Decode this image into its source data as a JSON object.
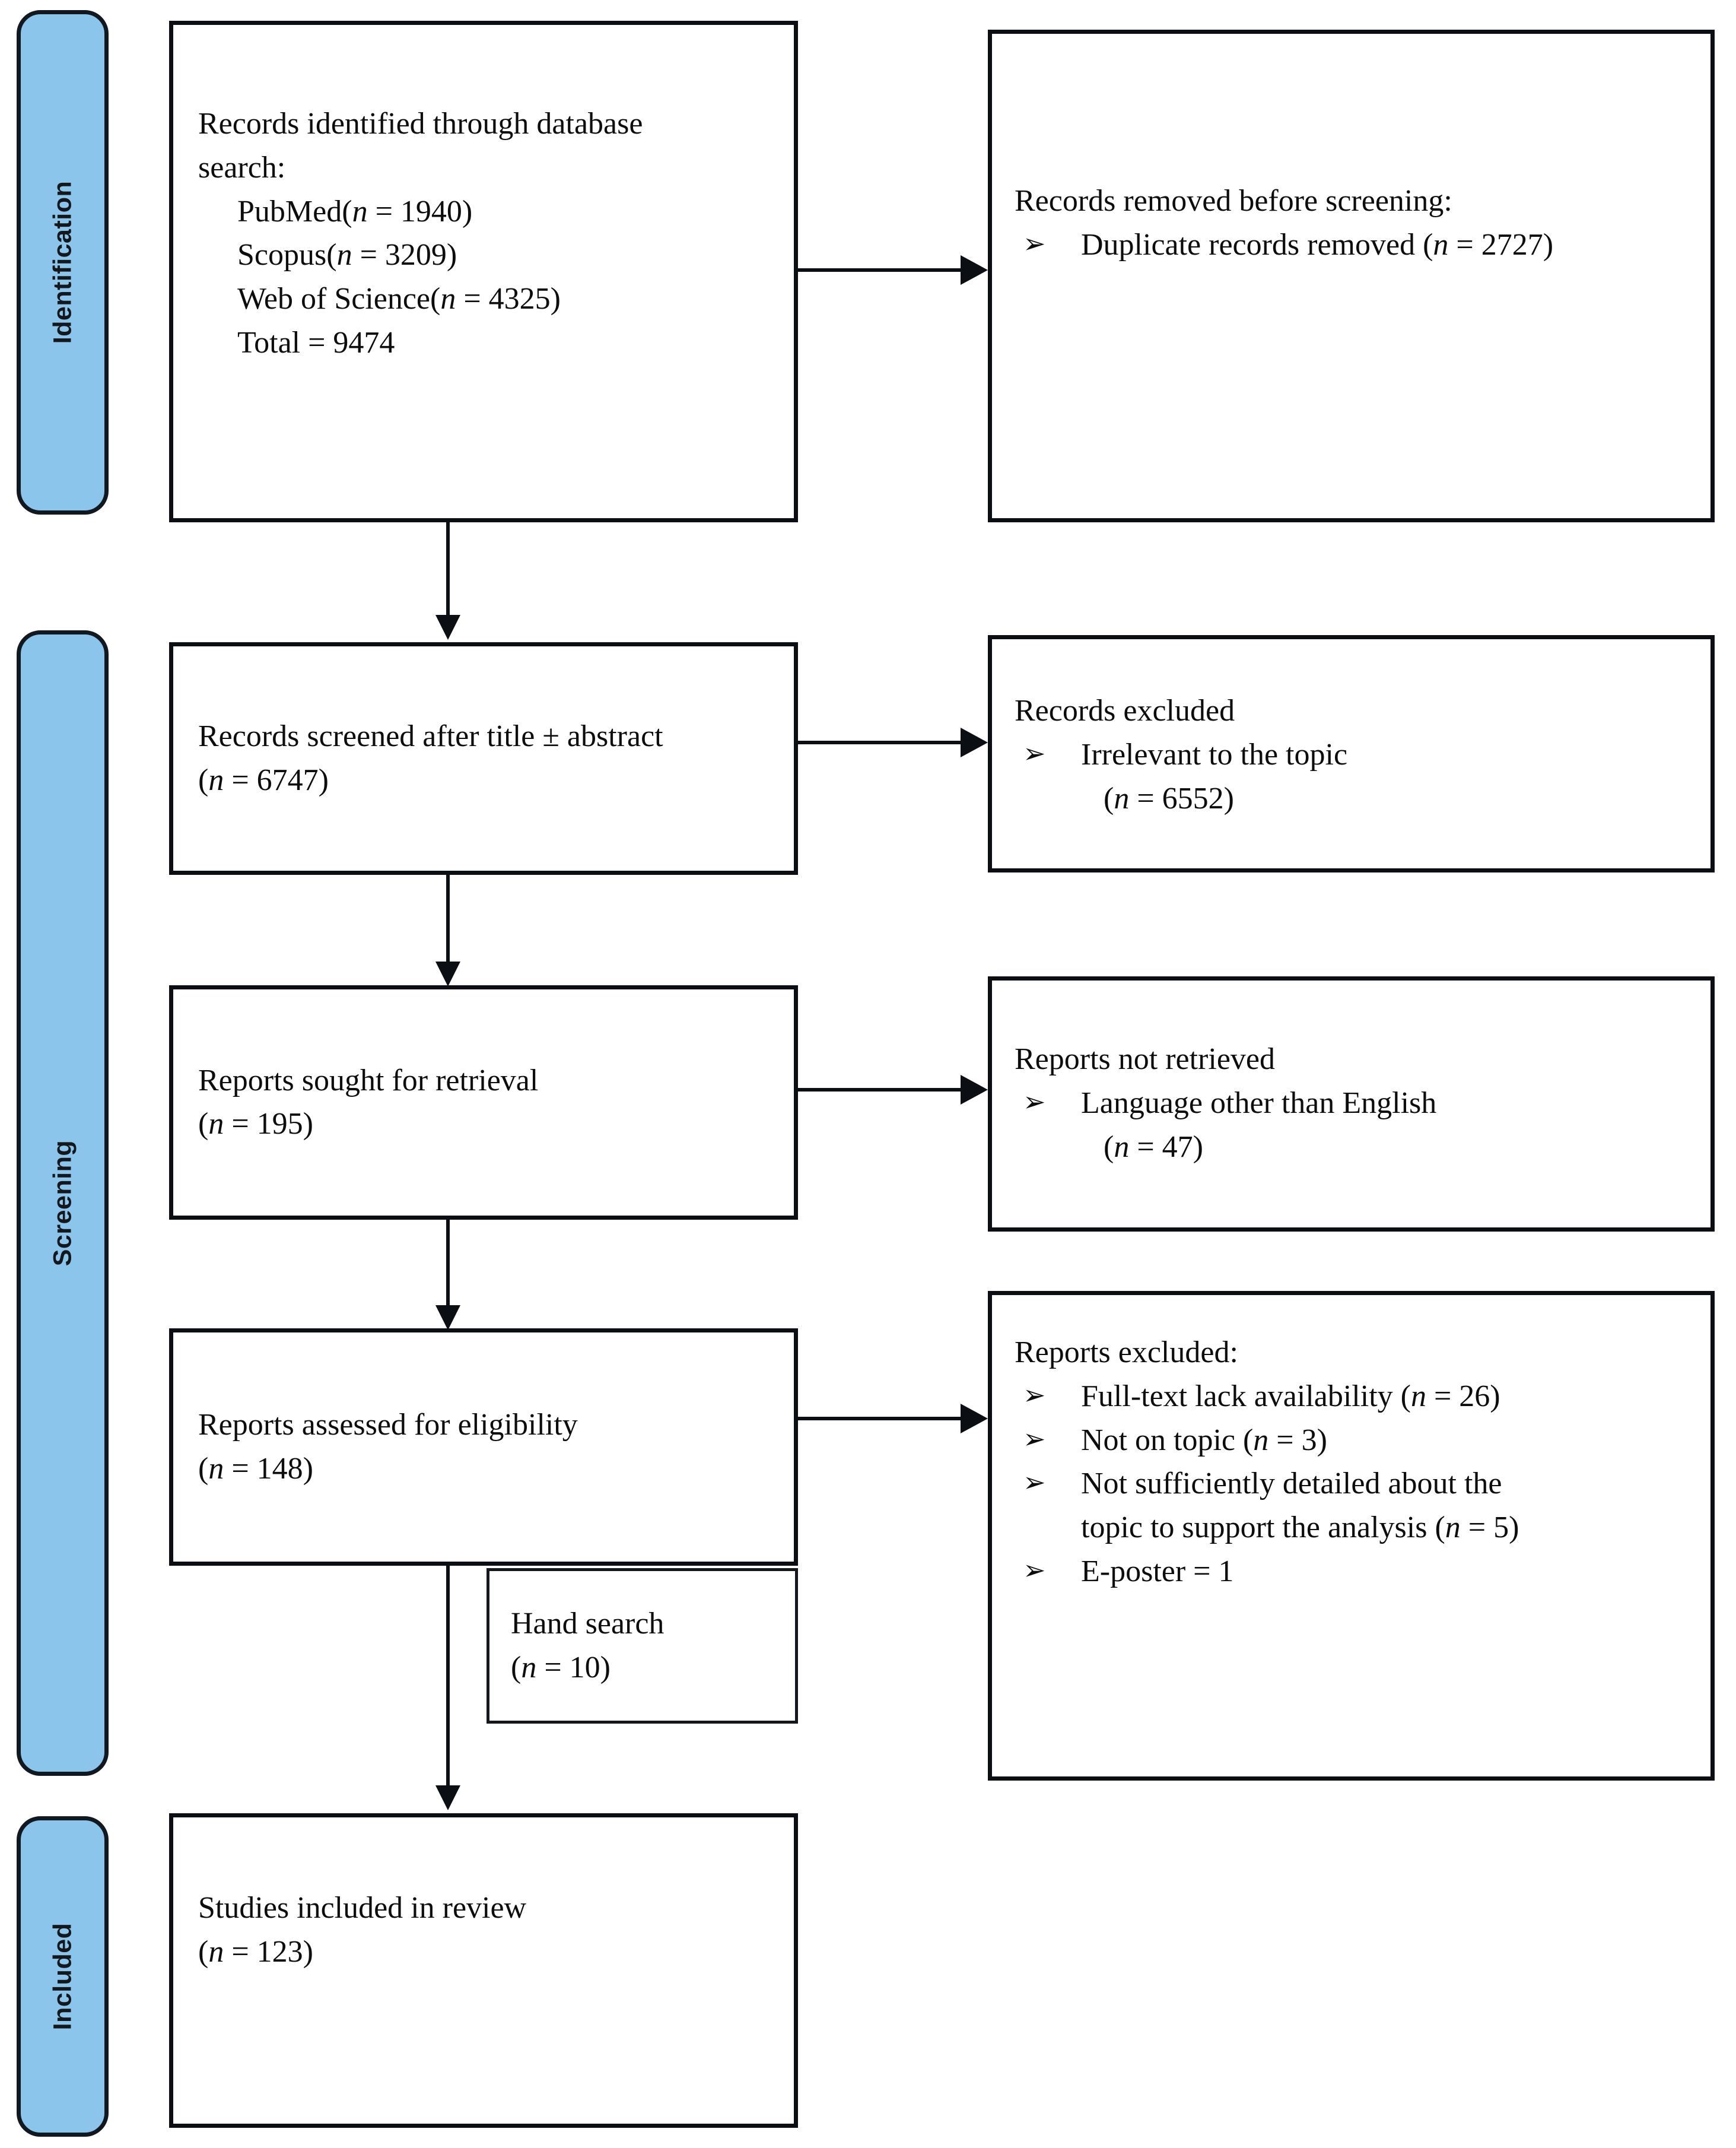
{
  "diagram": {
    "title": "PRISMA flow diagram of study selection",
    "accent_blue": "#8cc5eb",
    "line_color": "#0b0f14",
    "phases": [
      {
        "id": "identification",
        "label": "Identification"
      },
      {
        "id": "screening",
        "label": "Screening"
      },
      {
        "id": "included",
        "label": "Included"
      }
    ],
    "bullet_glyph": "➢",
    "boxes": {
      "records_identified": {
        "name": "records-identified-box",
        "heading_line_1": "Records identified through database",
        "heading_line_2": "search:",
        "sources": [
          {
            "label": "PubMed",
            "n_prefix": "(",
            "n_var": "n",
            "n_eq": " = ",
            "n_value": "1940",
            "n_suffix": ")"
          },
          {
            "label": "Scopus",
            "n_prefix": "(",
            "n_var": "n",
            "n_eq": " = ",
            "n_value": "3209",
            "n_suffix": ")"
          },
          {
            "label": "Web of Science",
            "n_prefix": "(",
            "n_var": "n",
            "n_eq": " = ",
            "n_value": "4325",
            "n_suffix": ")"
          }
        ],
        "total_label": "Total = 9474"
      },
      "records_removed": {
        "name": "records-removed-box",
        "heading": "Records removed before screening:",
        "bullets": [
          {
            "text_before": "Duplicate records removed (",
            "n_var": "n",
            "n_eq": " = ",
            "n_value": "2727",
            "text_after": ")"
          }
        ]
      },
      "records_screened": {
        "name": "records-screened-box",
        "heading": "Records screened after title ± abstract",
        "count_prefix": "(",
        "count_var": "n",
        "count_eq": " = ",
        "count_value": "6747",
        "count_suffix": ")"
      },
      "records_excluded": {
        "name": "records-excluded-box",
        "heading": "Records excluded",
        "bullet_text": "Irrelevant to the topic",
        "count_prefix": "(",
        "count_var": "n",
        "count_eq": " = ",
        "count_value": "6552",
        "count_suffix": ")"
      },
      "reports_sought": {
        "name": "reports-sought-box",
        "heading": "Reports sought for retrieval",
        "count_prefix": "(",
        "count_var": "n",
        "count_eq": " = ",
        "count_value": "195",
        "count_suffix": ")"
      },
      "reports_not_retrieved": {
        "name": "reports-not-retrieved-box",
        "heading": "Reports not retrieved",
        "bullet_text": "Language other than English",
        "count_prefix": "(",
        "count_var": "n",
        "count_eq": " = ",
        "count_value": "47",
        "count_suffix": ")"
      },
      "reports_assessed": {
        "name": "reports-assessed-box",
        "heading": "Reports assessed for eligibility",
        "count_prefix": "(",
        "count_var": "n",
        "count_eq": " = ",
        "count_value": "148",
        "count_suffix": ")"
      },
      "reports_excluded": {
        "name": "reports-excluded-box",
        "heading": "Reports excluded:",
        "bullets": [
          {
            "line_1_before": "Full-text lack availability (",
            "n_var": "n",
            "n_eq": " = ",
            "n_value": "26",
            "line_1_after": ")"
          },
          {
            "line_1_before": "Not on topic (",
            "n_var": "n",
            "n_eq": " = ",
            "n_value": "3",
            "line_1_after": ")"
          },
          {
            "line_1_before": "Not sufficiently detailed about the",
            "line_2_before": "topic to support the analysis (",
            "n_var": "n",
            "n_eq": " = ",
            "n_value": "5",
            "line_2_after": ")"
          },
          {
            "line_1_before": "E-poster = 1"
          }
        ]
      },
      "hand_search": {
        "name": "hand-search-box",
        "heading": "Hand search",
        "count_prefix": "(",
        "count_var": "n",
        "count_eq": " = ",
        "count_value": "10",
        "count_suffix": ")"
      },
      "studies_included": {
        "name": "studies-included-box",
        "heading": "Studies included in review",
        "count_prefix": "(",
        "count_var": "n",
        "count_eq": " = ",
        "count_value": "123",
        "count_suffix": ")"
      }
    }
  },
  "chart_data": {
    "type": "diagram",
    "title": "PRISMA 2020 flow diagram",
    "stages": [
      {
        "phase": "Identification",
        "node": "Records identified through database search",
        "sources": {
          "PubMed": 1940,
          "Scopus": 3209,
          "Web of Science": 4325
        },
        "total": 9474
      },
      {
        "phase": "Identification",
        "node": "Records removed before screening",
        "items": {
          "Duplicate records removed": 2727
        }
      },
      {
        "phase": "Screening",
        "node": "Records screened after title ± abstract",
        "n": 6747
      },
      {
        "phase": "Screening",
        "node": "Records excluded",
        "items": {
          "Irrelevant to the topic": 6552
        }
      },
      {
        "phase": "Screening",
        "node": "Reports sought for retrieval",
        "n": 195
      },
      {
        "phase": "Screening",
        "node": "Reports not retrieved",
        "items": {
          "Language other than English": 47
        }
      },
      {
        "phase": "Screening",
        "node": "Reports assessed for eligibility",
        "n": 148
      },
      {
        "phase": "Screening",
        "node": "Reports excluded",
        "items": {
          "Full-text lack availability": 26,
          "Not on topic": 3,
          "Not sufficiently detailed about the topic to support the analysis": 5,
          "E-poster": 1
        }
      },
      {
        "phase": "Screening",
        "node": "Hand search",
        "n": 10
      },
      {
        "phase": "Included",
        "node": "Studies included in review",
        "n": 123
      }
    ]
  }
}
